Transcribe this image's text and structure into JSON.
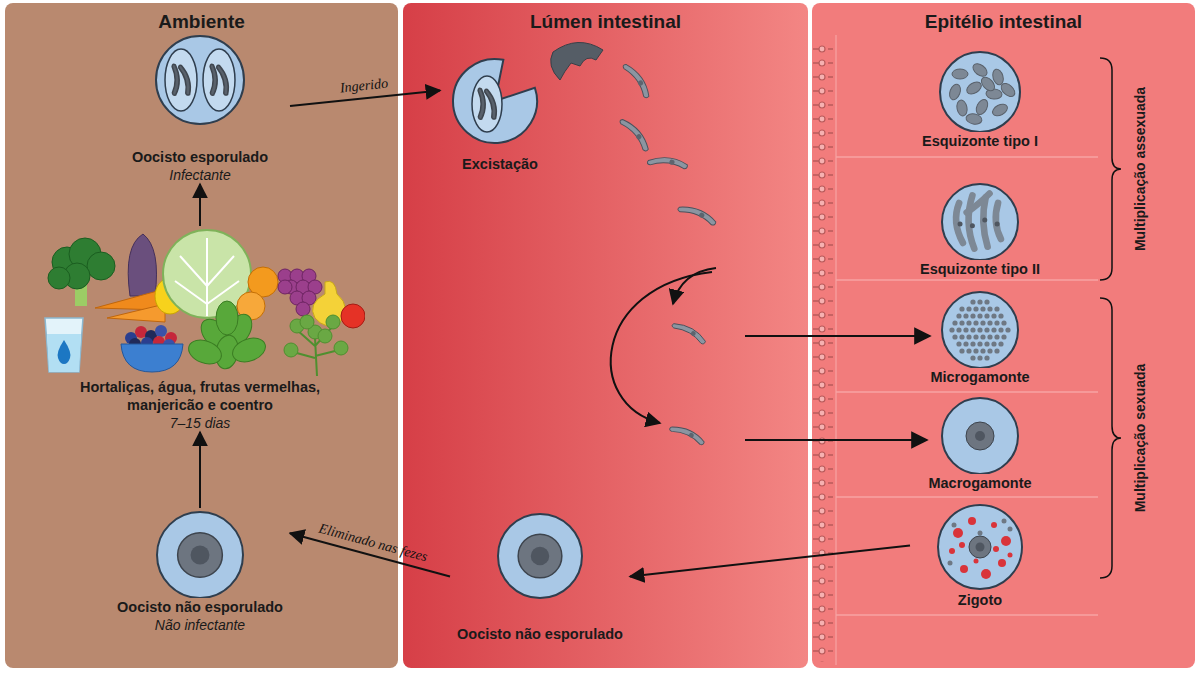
{
  "diagram": {
    "nodes": [
      {
        "text": [
          "Ambiente"
        ]
      },
      {
        "text": [
          "Oocisto esporulado",
          "Infectante"
        ],
        "in": 0
      },
      {
        "text": [
          "Hortaliças, água, frutas vermelhas, manjericão e coentro",
          "7–15 dias"
        ],
        "in": 0
      },
      {
        "text": [
          "Oocisto não esporulado",
          "Não infectante"
        ],
        "in": 0
      },
      {
        "text": [
          "Lúmen intestinal"
        ]
      },
      {
        "text": [
          "Excistação"
        ],
        "in": 4
      },
      {
        "text": [
          "Oocisto não esporulado"
        ],
        "in": 4
      },
      {
        "text": [
          "Epitélio intestinal"
        ]
      },
      {
        "text": [
          "Esquizonte tipo I"
        ],
        "in": 7
      },
      {
        "text": [
          "Esquizonte tipo II"
        ],
        "in": 7
      },
      {
        "text": [
          "Microgamonte"
        ],
        "in": 7
      },
      {
        "text": [
          "Macrogamonte"
        ],
        "in": 7
      },
      {
        "text": [
          "Zigoto"
        ],
        "in": 7
      }
    ],
    "edges": [
      {
        "from": 1,
        "to": 5,
        "label": "Ingerido",
        "arrow": "to"
      },
      {
        "from": 12,
        "to": 6,
        "arrow": "to"
      },
      {
        "from": 6,
        "to": 3,
        "label": "Eliminado nas fezes",
        "arrow": "to"
      },
      {
        "from": 3,
        "to": 2,
        "arrow": "to"
      },
      {
        "from": 2,
        "to": 1,
        "arrow": "to"
      }
    ],
    "labels": [
      "Multiplicação assexuada",
      "Multiplicação sexuada"
    ]
  }
}
